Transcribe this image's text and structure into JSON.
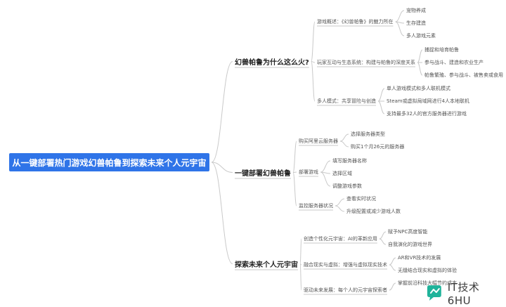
{
  "root": {
    "label": "从一键部署热门游戏幻兽帕鲁到探索未来个人元宇宙"
  },
  "branches": [
    {
      "label": "幻兽帕鲁为什么这么火?",
      "children": [
        {
          "label": "游戏概述：《幻兽帕鲁》的魅力所在",
          "children": [
            "宠物养成",
            "生存建造",
            "多人游戏元素"
          ]
        },
        {
          "label": "玩家互动与生态系统：构建与帕鲁的深度关系",
          "children": [
            "捕捉和培育帕鲁",
            "参与战斗、建造和农业生产",
            "帕鲁繁殖、参与战斗、被售卖或食用"
          ]
        },
        {
          "label": "多人模式：共享冒险与创造",
          "children": [
            "单人游戏模式和多人联机模式",
            "Steam或虚拟局域网进行4人本地联机",
            "支持最多32人的官方服务器进行游戏"
          ]
        }
      ]
    },
    {
      "label": "一键部署幻兽帕鲁",
      "children": [
        {
          "label": "购买阿里云服务器",
          "children": [
            "选择服务器类型",
            "购买1个月26元的服务器"
          ]
        },
        {
          "label": "部署游戏",
          "children": [
            "填写服务器名称",
            "选择区域",
            "调整游戏参数"
          ]
        },
        {
          "label": "监控服务器状况",
          "children": [
            "查看实时状况",
            "升级配置或减少游戏人数"
          ]
        }
      ]
    },
    {
      "label": "探索未来个人元宇宙",
      "children": [
        {
          "label": "创造个性化元宇宙：AI的革新应用",
          "children": [
            "赋予NPC高度智能",
            "自我演化的游戏世界"
          ]
        },
        {
          "label": "融合现实与虚拟：增强与虚拟现实技术",
          "children": [
            "AR和VR技术的发展",
            "无缝结合现实和虚拟的体验"
          ]
        },
        {
          "label": "驱动未来发展：每个人的元宇宙探索者",
          "children": [
            "掌握前沿科技大幅节约成本"
          ]
        }
      ]
    }
  ],
  "watermark": {
    "text": "IT技术6HU"
  },
  "colors": {
    "root_fill": "#2f74e8",
    "link": "#c9c9c9",
    "watermark_logo": "#1fb39a"
  }
}
